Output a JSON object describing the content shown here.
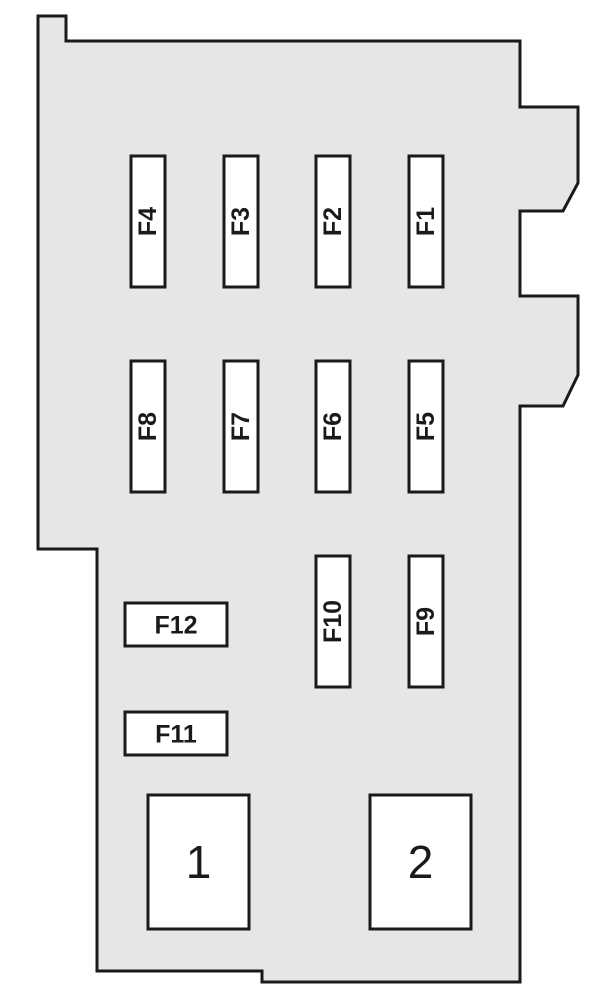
{
  "colors": {
    "housing_fill": "#e6e6e6",
    "outline": "#1a1a1a",
    "component_fill": "#ffffff"
  },
  "fuses": [
    {
      "id": "F4",
      "label": "F4"
    },
    {
      "id": "F3",
      "label": "F3"
    },
    {
      "id": "F2",
      "label": "F2"
    },
    {
      "id": "F1",
      "label": "F1"
    },
    {
      "id": "F8",
      "label": "F8"
    },
    {
      "id": "F7",
      "label": "F7"
    },
    {
      "id": "F6",
      "label": "F6"
    },
    {
      "id": "F5",
      "label": "F5"
    },
    {
      "id": "F10",
      "label": "F10"
    },
    {
      "id": "F9",
      "label": "F9"
    },
    {
      "id": "F12",
      "label": "F12"
    },
    {
      "id": "F11",
      "label": "F11"
    }
  ],
  "relays": [
    {
      "id": "relay-1",
      "label": "1"
    },
    {
      "id": "relay-2",
      "label": "2"
    }
  ]
}
